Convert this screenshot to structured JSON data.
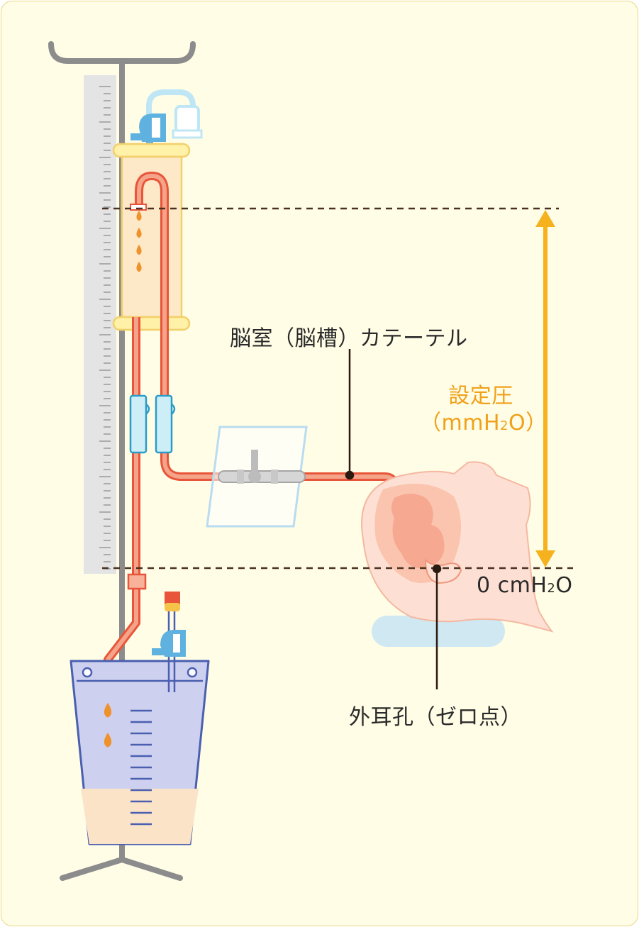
{
  "labels": {
    "catheter": "脳室（脳槽）カテーテル",
    "set_pressure_line1": "設定圧",
    "set_pressure_line2_prefix": "（mmH",
    "set_pressure_line2_sub": "2",
    "set_pressure_line2_suffix": "O）",
    "zero_pressure_prefix": "0 cmH",
    "zero_pressure_sub": "2",
    "zero_pressure_suffix": "O",
    "ear_canal": "外耳孔（ゼロ点）"
  },
  "colors": {
    "background": "#fffde6",
    "tube": "#f08a6c",
    "tube_outline": "#e8553a",
    "drip": "#f0922c",
    "arrow": "#f5b21e",
    "dashed_line": "#4a3020",
    "pole": "#8c8c8c",
    "bag_fill": "#cdd0ef",
    "bag_outline": "#4a5fb0",
    "fluid": "#fbe3c8",
    "clamp": "#cdeef6",
    "pillow": "#cfe8f2",
    "head": "#fde0d3"
  }
}
